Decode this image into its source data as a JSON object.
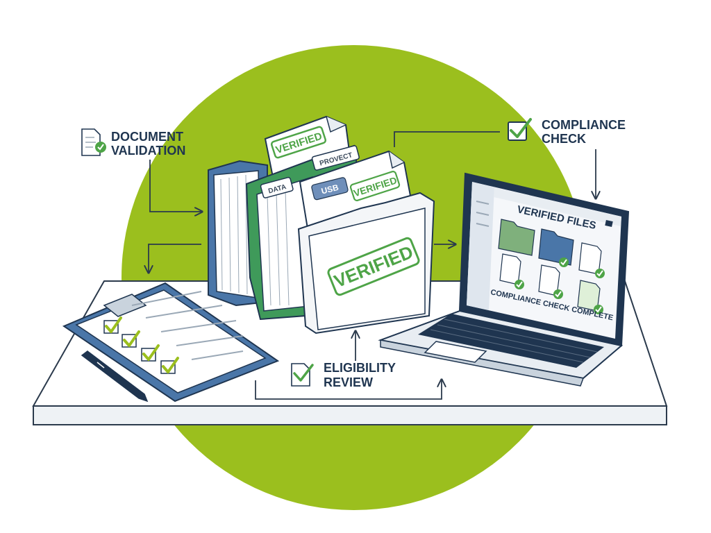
{
  "labels": {
    "document_validation": [
      "DOCUMENT",
      "VALIDATION"
    ],
    "compliance_check": [
      "COMPLIANCE",
      "CHECK"
    ],
    "eligibility_review": [
      "ELIGIBILITY",
      "REVIEW"
    ]
  },
  "folders": {
    "tab_data": "DATA",
    "tab_project": "PROVECT",
    "tab_usb": "USB",
    "stamp_back": "VERIFIED",
    "stamp_mid": "VERIFIED",
    "stamp_front": "VERIFIED"
  },
  "laptop": {
    "title": "VERIFIED FILES",
    "status": "COMPLIANCE CHECK COMPLETE"
  },
  "colors": {
    "accent_green": "#9bbf1e",
    "check_green": "#4ea447",
    "navy": "#1f3550",
    "folder_blue": "#4a76a8",
    "folder_green": "#3f9a5a"
  }
}
